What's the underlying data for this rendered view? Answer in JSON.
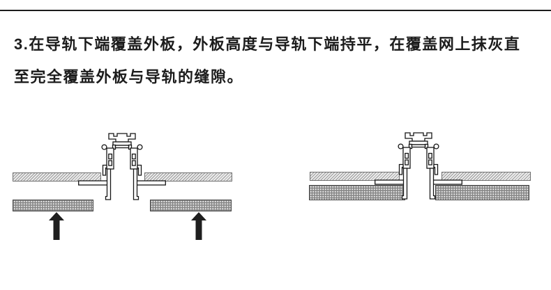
{
  "instruction": {
    "line1": "3.在导轨下端覆盖外板，外板高度与导轨下端持平，在覆盖网上抹灰直",
    "line2": "至完全覆盖外板与导轨的缝隙。"
  },
  "diagrams": {
    "left": {
      "description_parts": [
        "track-rail-cross-section",
        "base-wall-panel-hatched",
        "outer-cover-panel-dotted",
        "push-up-arrow",
        "push-up-arrow"
      ],
      "arrow_count": 2
    },
    "right": {
      "description_parts": [
        "track-rail-cross-section",
        "base-wall-panel-hatched",
        "outer-cover-panel-dotted-flush-with-rail-bottom"
      ],
      "arrow_count": 0
    }
  },
  "glyphs": {
    "rail_profile": "aluminum-track-rail-profile",
    "hatched_panel": "diagonal-hatch-panel",
    "dotted_panel": "checker-dot-panel",
    "arrow": "solid-up-arrow"
  },
  "colors": {
    "text": "#1c1c1c",
    "rule": "#1c1c1c",
    "line": "#161616",
    "hatched_fill": "#ececec",
    "hatch_line": "#9a9a9a",
    "hatched_border": "#6f6f6f",
    "dotted_fill": "#8a8a8a",
    "dot": "#f2f2f2",
    "dotted_border": "#424242",
    "arrow": "#1f1f1f",
    "background": "#ffffff"
  }
}
